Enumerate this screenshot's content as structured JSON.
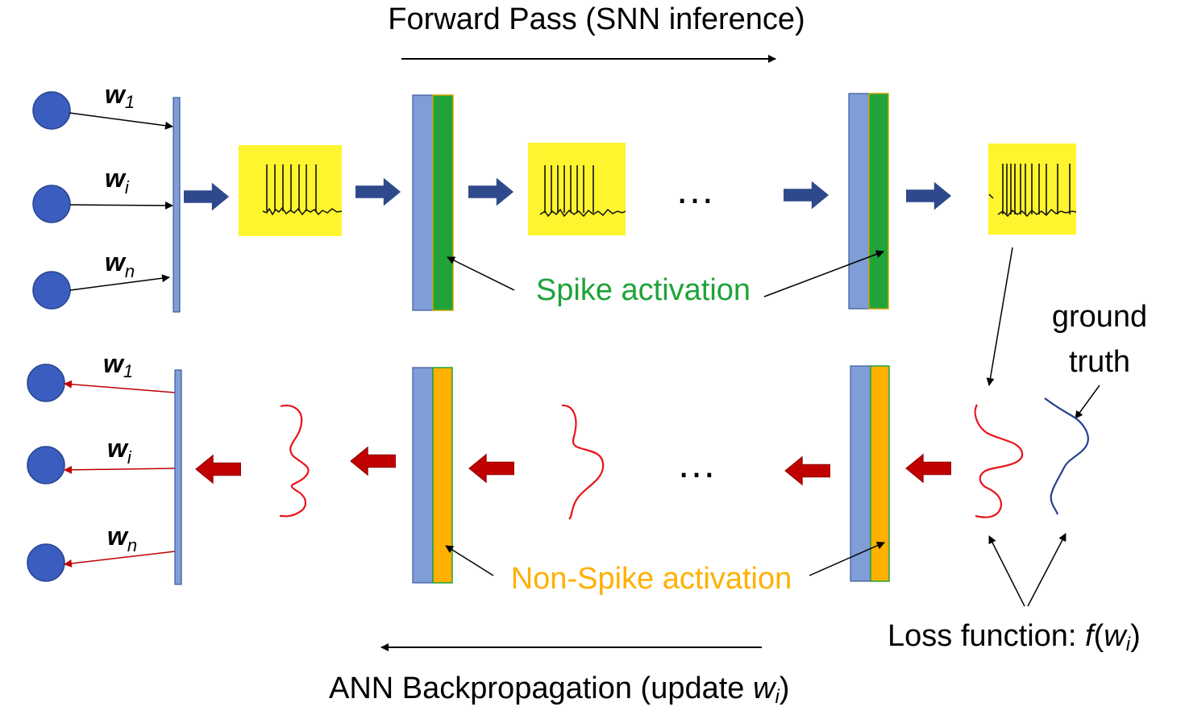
{
  "forward_title": "Forward Pass (SNN inference)",
  "backward_title_main": "ANN Backpropagation (update ",
  "backward_title_var": "w",
  "backward_title_sub": "i",
  "backward_title_end": ")",
  "spike_label": "Spike activation",
  "nonspike_label": "Non-Spike activation",
  "ground_truth_line1": "ground",
  "ground_truth_line2": "truth",
  "loss_main": "Loss function: ",
  "loss_f": "f",
  "loss_paren_open": "(",
  "loss_w": "w",
  "loss_sub": "i",
  "loss_paren_close": ")",
  "ellipsis": "…",
  "weights_top": [
    {
      "var": "w",
      "sub": "1"
    },
    {
      "var": "w",
      "sub": "i"
    },
    {
      "var": "w",
      "sub": "n"
    }
  ],
  "weights_bottom": [
    {
      "var": "w",
      "sub": "1"
    },
    {
      "var": "w",
      "sub": "i"
    },
    {
      "var": "w",
      "sub": "n"
    }
  ],
  "colors": {
    "neuron": "#3A5DBF",
    "layer_blue": "#7F9DD6",
    "spike_green": "#1FA33A",
    "nonspike_orange": "#FFB000",
    "spike_box_yellow": "#FFF52E",
    "forward_arrow": "#2E4A8C",
    "backward_arrow": "#C00000",
    "red_curve": "#E8141B",
    "gt_curve": "#24408E"
  }
}
